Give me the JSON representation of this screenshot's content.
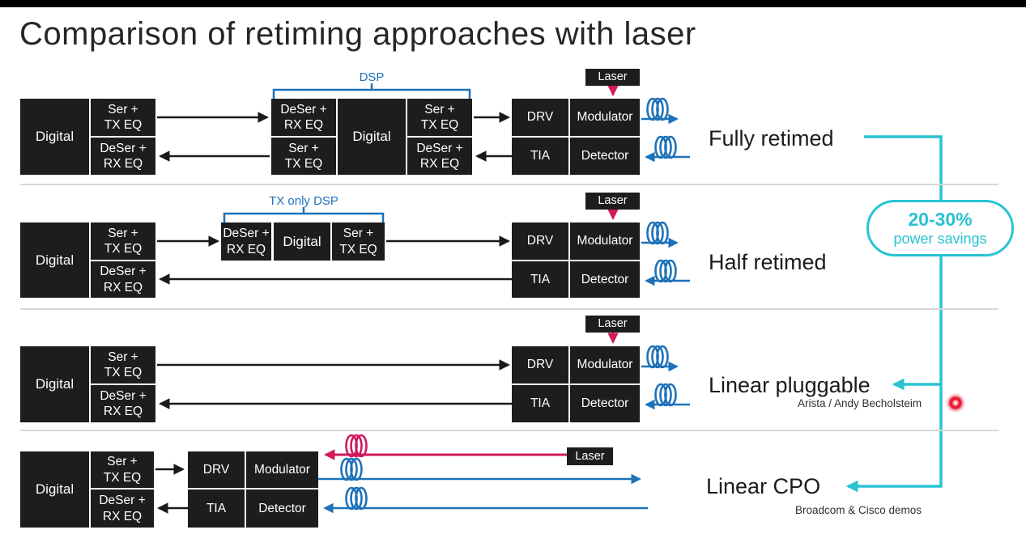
{
  "title": "Comparison of retiming approaches with laser",
  "blocks": {
    "digital": "Digital",
    "ser_tx": "Ser +\nTX EQ",
    "deser_rx": "DeSer +\nRX EQ",
    "drv": "DRV",
    "tia": "TIA",
    "modulator": "Modulator",
    "detector": "Detector",
    "laser": "Laser"
  },
  "groups": {
    "dsp": "DSP",
    "tx_only_dsp": "TX only DSP"
  },
  "rows": [
    {
      "label": "Fully retimed"
    },
    {
      "label": "Half retimed"
    },
    {
      "label": "Linear pluggable",
      "caption": "Arista / Andy Becholsteim"
    },
    {
      "label": "Linear CPO",
      "caption": "Broadcom & Cisco demos"
    }
  ],
  "savings_badge": {
    "line1": "20-30%",
    "line2": "power savings"
  },
  "colors": {
    "box_bg": "#1d1d1d",
    "blue": "#1d72b8",
    "pink": "#d01a5d",
    "cyan": "#29c3d4",
    "separator": "#d9d9d9"
  }
}
